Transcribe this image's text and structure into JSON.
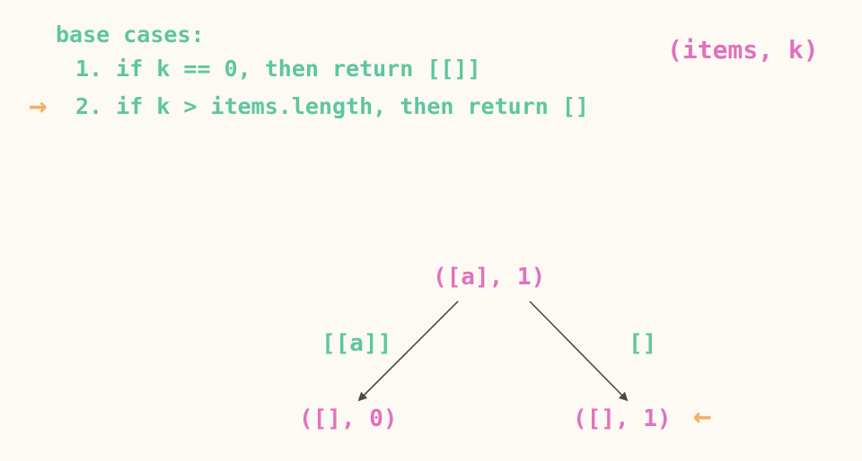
{
  "base_cases": {
    "heading": "base cases:",
    "items": [
      "1. if k == 0, then return [[]]",
      "2. if k > items.length, then return []"
    ],
    "pointer_glyph": "→"
  },
  "legend": "(items, k)",
  "tree": {
    "root": "([a], 1)",
    "left_child": "([], 0)",
    "right_child": "([], 1)",
    "left_edge_label": "[[a]]",
    "right_edge_label": "[]",
    "pointer_glyph": "←"
  },
  "colors": {
    "background": "#fdf9f3",
    "green": "#5cc6a0",
    "pink": "#e071be",
    "orange": "#f2b066",
    "edge": "#4a4a4a"
  }
}
